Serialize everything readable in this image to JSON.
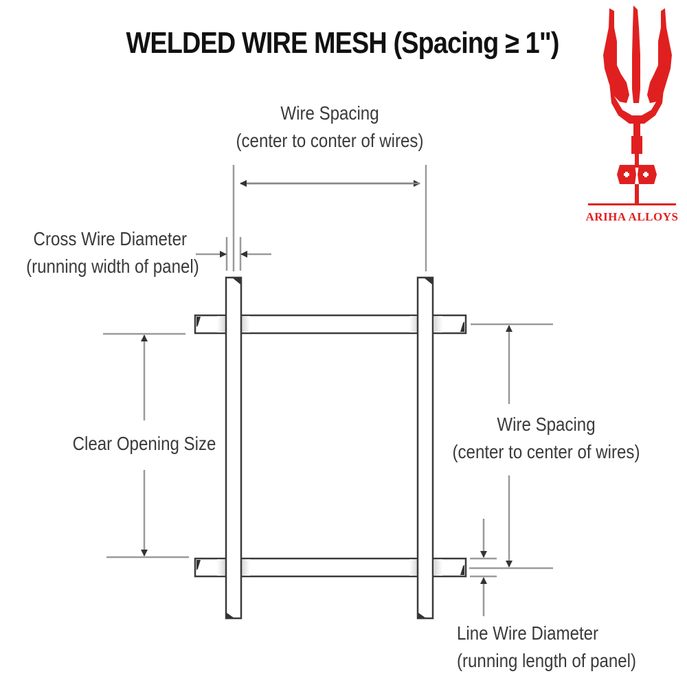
{
  "title": "WELDED WIRE MESH (Spacing ≥ 1\")",
  "logo": {
    "name": "trident-logo",
    "text": "ARIHA ALLOYS",
    "color": "#e02020"
  },
  "labels": {
    "top_spacing": {
      "line1": "Wire Spacing",
      "line2": "(center to conter of wires)"
    },
    "cross_wire": {
      "line1": "Cross Wire Diameter",
      "line2": "(running width of panel)"
    },
    "clear_opening": {
      "line1": "Clear Opening Size"
    },
    "right_spacing": {
      "line1": "Wire Spacing",
      "line2": "(center to center of wires)"
    },
    "line_wire": {
      "line1": "Line Wire Diameter",
      "line2": "(running length of panel)"
    }
  },
  "colors": {
    "wire_outline": "#3a3a3a",
    "dimension_line": "#9a9a9a",
    "arrow": "#333333",
    "text": "#3a3a3a"
  }
}
